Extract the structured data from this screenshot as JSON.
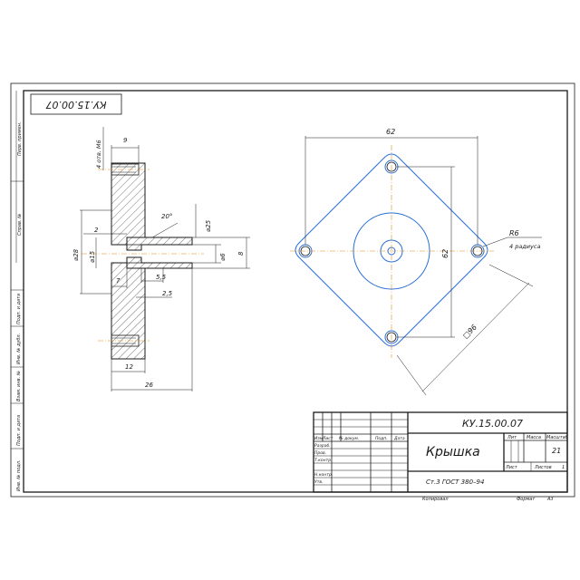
{
  "drawing": {
    "code_rotated": "КУ.15.00.07",
    "side_labels": [
      "Перв. примен.",
      "Справ. №",
      "Подп. и дата",
      "Инв. № дубл.",
      "Взам. инв. №",
      "Подп. и дата",
      "Инв. № подл."
    ],
    "section_dims": {
      "thread": "4 отв. М6",
      "d9": "9",
      "d2": "2",
      "d20deg": "20°",
      "d25_dia": "⌀25",
      "d28_dia": "⌀28",
      "d15_dia": "⌀15",
      "d6_dia": "⌀6",
      "d8": "8",
      "d7": "7",
      "d55": "5,5",
      "d25": "2,5",
      "d12": "12",
      "d26": "26"
    },
    "plan_dims": {
      "d62_top": "62",
      "d62_side": "62",
      "r6": "R6",
      "r6_note": "4 радиуса",
      "sq96": "□96"
    }
  },
  "title_block": {
    "code": "КУ.15.00.07",
    "name": "Крышка",
    "material": "Ст.3 ГОСТ 380–94",
    "col_lit": "Лит",
    "col_mass": "Масса",
    "col_scale": "Масштаб",
    "scale_value": "21",
    "sheet_label": "Лист",
    "sheets_label": "Листов",
    "sheets_value": "1",
    "row_headers": [
      "Изм",
      "Лист",
      "№ докум.",
      "Подп.",
      "Дата"
    ],
    "roles": [
      "Разраб.",
      "Пров.",
      "Т.контр.",
      "",
      "Н.контр.",
      "Утв."
    ],
    "copied": "Копировал",
    "format_label": "Формат",
    "format_value": "A3"
  }
}
